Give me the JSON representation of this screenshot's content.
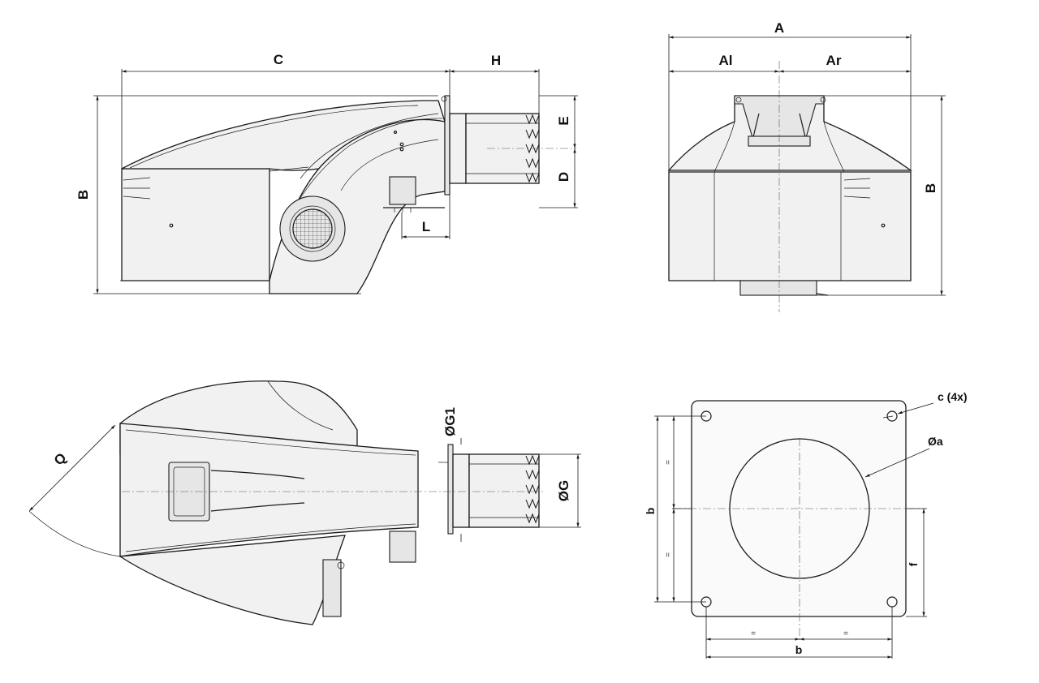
{
  "labels": {
    "side": {
      "C": "C",
      "H": "H",
      "B": "B",
      "E": "E",
      "D": "D",
      "L": "L"
    },
    "front": {
      "A": "A",
      "Al": "Al",
      "Ar": "Ar",
      "B": "B"
    },
    "top": {
      "Q": "Q",
      "G1": "ØG1",
      "G": "ØG"
    },
    "flange": {
      "c": "c (4x)",
      "a": "Øa",
      "b_v": "b",
      "b_h": "b",
      "f": "f",
      "eq": "="
    }
  }
}
